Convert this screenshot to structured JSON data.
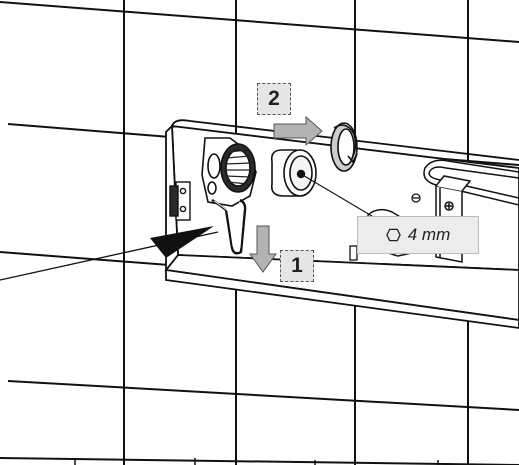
{
  "steps": [
    {
      "number": "2",
      "action": "remove-ring"
    },
    {
      "number": "1",
      "action": "pull-clip-down"
    }
  ],
  "dimension": {
    "value": "4 mm",
    "icon": "hex-key-icon"
  },
  "colors": {
    "line": "#111111",
    "arrow_fill": "#b3b3b3",
    "badge_fill": "#e6e6e6",
    "callout_fill": "#ececec"
  }
}
